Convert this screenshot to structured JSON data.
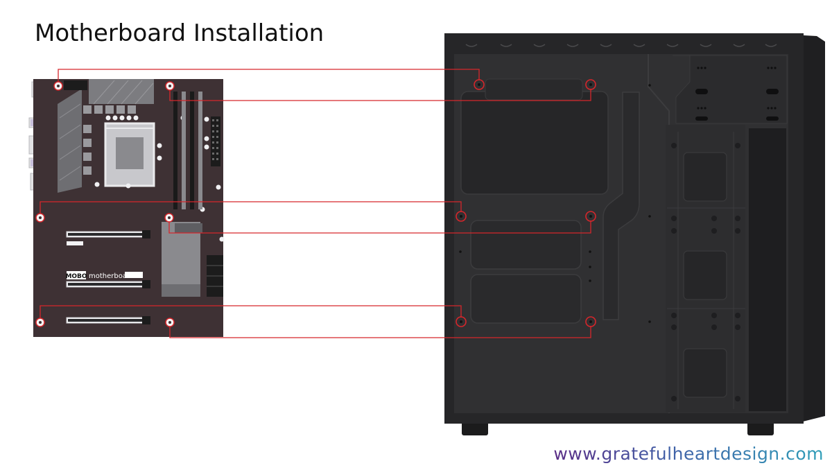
{
  "title": "Motherboard Installation",
  "motherboard": {
    "badge": "MOBO",
    "label": "motherboard"
  },
  "credit": "www.gratefulheartdesign.com",
  "colors": {
    "connector_line": "#d6262b",
    "board": "#3e3134",
    "case": "#2a2a2c"
  },
  "icons": [
    "screw-hole-icon",
    "standoff-icon"
  ]
}
